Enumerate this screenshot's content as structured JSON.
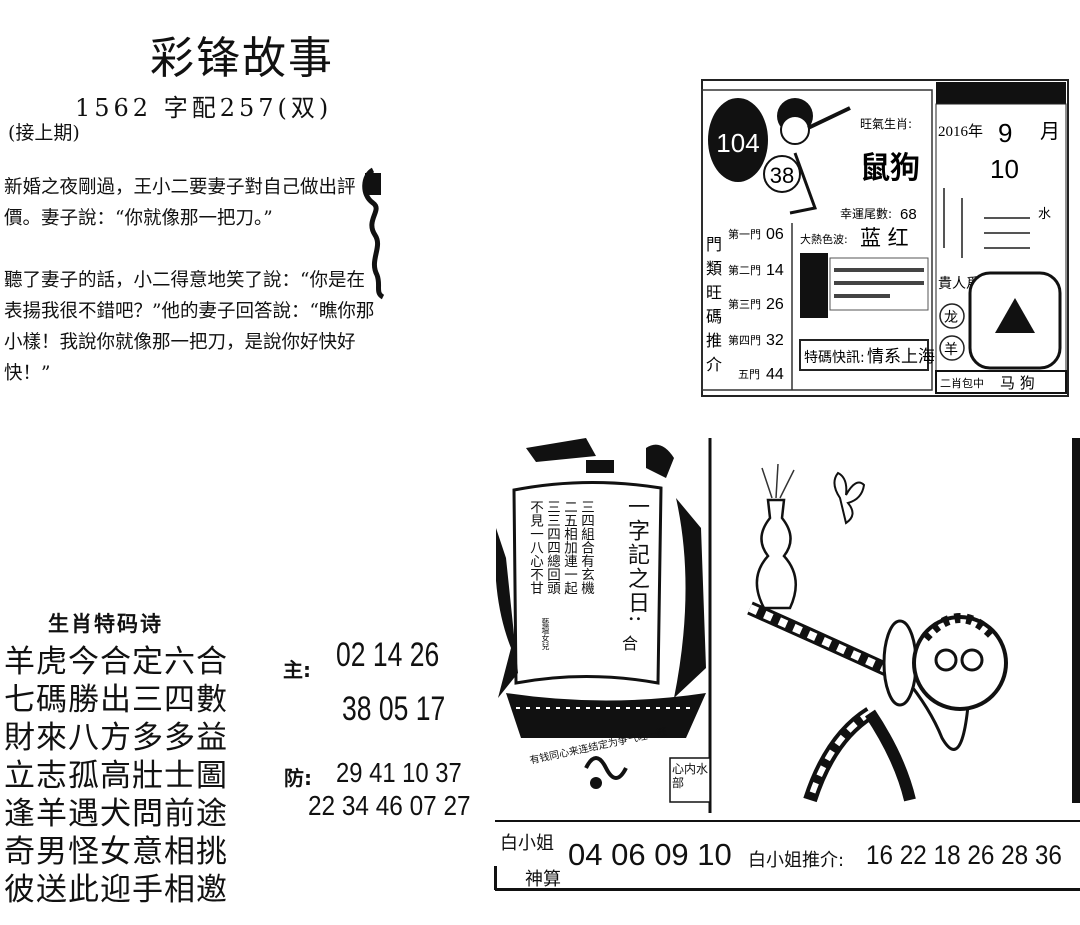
{
  "story": {
    "title": "彩锋故事",
    "subtitle": "1562 字配257(双)",
    "continued": "(接上期)",
    "paragraphs": [
      "新婚之夜剛過，王小二要妻子對自己做出評價。妻子說：“你就像那一把刀。”",
      "聽了妻子的話，小二得意地笑了說：“你是在表揚我很不錯吧？”他的妻子回答說：“瞧你那小樣！我說你就像那一把刀，是說你好快好快！”"
    ]
  },
  "poem": {
    "title": "生肖特码诗",
    "lines": [
      "羊虎今合定六合",
      "七碼勝出三四數",
      "財來八方多多益",
      "立志孤高壯士圖",
      "逢羊遇犬問前途",
      "奇男怪女意相挑",
      "彼送此迎手相邀"
    ]
  },
  "numbers": {
    "main_label": "主:",
    "main_row1": "02 14 26",
    "main_row2": "38 05 17",
    "guard_label": "防:",
    "guard_row1": "29 41 10 37",
    "guard_row2": "22 34 46 07 27"
  },
  "card": {
    "badge": "104",
    "ball": "38",
    "zodiac_label": "旺氣生肖:",
    "zodiac_value": "鼠狗",
    "head_count_label": "幸運尾數:",
    "head_count_value": "68",
    "color_label": "大熱色波:",
    "color_value": "蓝 红",
    "door_title": [
      "門",
      "類",
      "旺",
      "碼",
      "推",
      "介"
    ],
    "doors": [
      {
        "label": "第一門",
        "value": "06"
      },
      {
        "label": "第二門",
        "value": "14"
      },
      {
        "label": "第三門",
        "value": "26"
      },
      {
        "label": "第四門",
        "value": "32"
      },
      {
        "label": "五門",
        "value": "44"
      }
    ],
    "flash_label": "特碼快訊:",
    "flash_value": "情系上海",
    "year": "2016年",
    "month": "9",
    "month_unit": "月",
    "day": "10",
    "noble_label": "貴人爲",
    "noble_animals": [
      "龙",
      "羊"
    ],
    "footer_label": "二肖包中",
    "footer_value": "马 狗",
    "water": "水"
  },
  "scroll": {
    "heading": "一字記之日:",
    "heading_char": "合",
    "lines": [
      "三四組合有玄機",
      "二五相加連一起",
      "三三四四總回頭",
      "不見一八心不甘"
    ],
    "signature": "藝壇女兒",
    "curve_text": "有钱同心来连结定为争气旺一旺",
    "side_tag": "心内水部"
  },
  "bottom": {
    "bai_top": "白小姐",
    "bai_bottom": "神算",
    "nums": "04 06 09 10",
    "rec_label": "白小姐推介:",
    "rec_nums": "16 22 18 26 28 36"
  }
}
